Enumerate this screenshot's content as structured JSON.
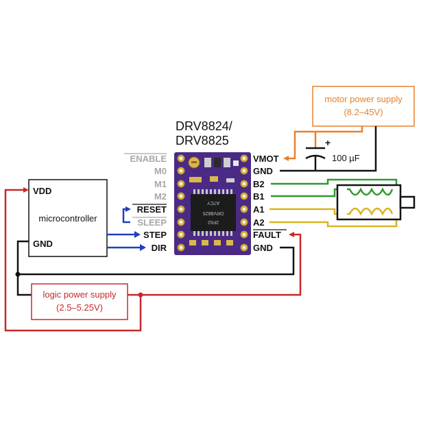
{
  "driver": {
    "title_line1": "DRV8824/",
    "title_line2": "DRV8825",
    "chip_text_1": "A7CY",
    "chip_text_2": "DRV8825",
    "chip_text_3": "2F62"
  },
  "left_pins": {
    "enable": "ENABLE",
    "m0": "M0",
    "m1": "M1",
    "m2": "M2",
    "reset": "RESET",
    "sleep": "SLEEP",
    "step": "STEP",
    "dir": "DIR"
  },
  "right_pins": {
    "vmot": "VMOT",
    "gnd_top": "GND",
    "b2": "B2",
    "b1": "B1",
    "a1": "A1",
    "a2": "A2",
    "fault": "FAULT",
    "gnd_bottom": "GND"
  },
  "microcontroller": {
    "label": "microcontroller",
    "vdd": "VDD",
    "gnd": "GND"
  },
  "motor_supply": {
    "line1": "motor power supply",
    "line2": "(8.2–45V)"
  },
  "logic_supply": {
    "line1": "logic power supply",
    "line2": "(2.5–5.25V)"
  },
  "capacitor": {
    "value": "100 µF",
    "polarity": "+"
  },
  "colors": {
    "motor_power": "#e8802a",
    "logic_power": "#c8282a",
    "signal": "#1e3fbe",
    "coil_b": "#2e9a2e",
    "coil_a": "#d8b420",
    "ground": "#111111",
    "board": "#4b2a86"
  }
}
